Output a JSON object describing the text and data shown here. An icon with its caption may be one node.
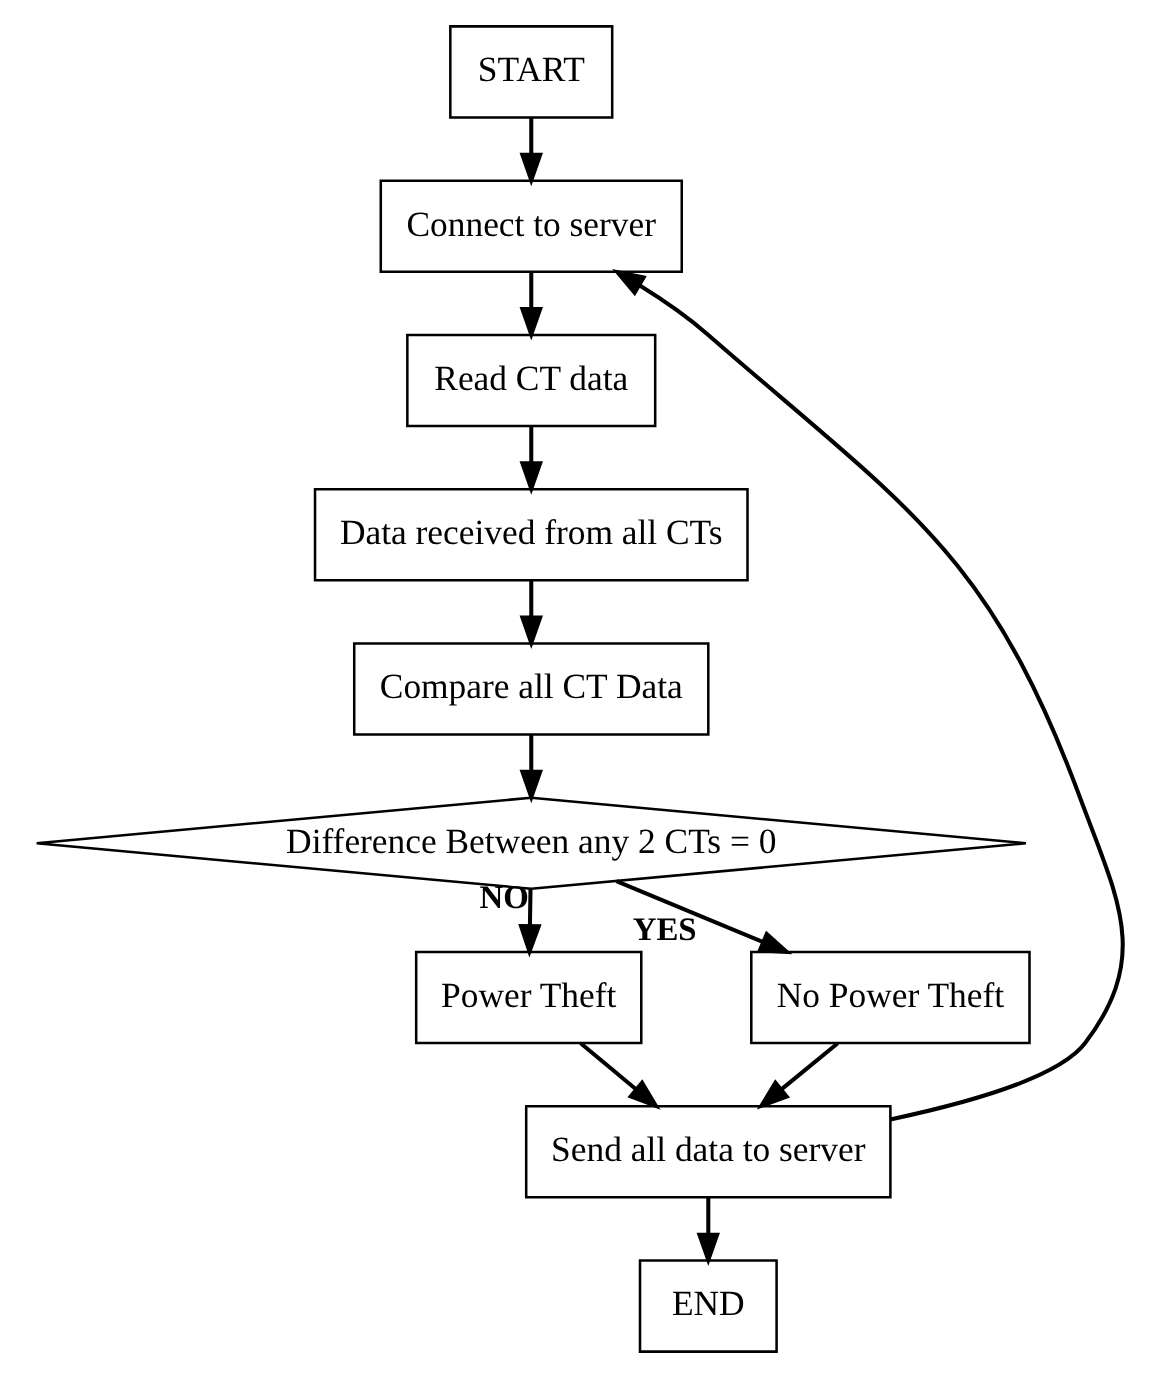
{
  "diagram": {
    "nodes": [
      {
        "text": [
          "START"
        ]
      },
      {
        "text": [
          "Connect to server"
        ]
      },
      {
        "text": [
          "Read CT data"
        ]
      },
      {
        "text": [
          "Data received from all CTs"
        ]
      },
      {
        "text": [
          "Compare all CT Data"
        ]
      },
      {
        "text": [
          "Difference Between any 2 CTs = 0"
        ]
      },
      {
        "text": [
          "Power Theft"
        ]
      },
      {
        "text": [
          "No Power Theft"
        ]
      },
      {
        "text": [
          "Send all data to server"
        ]
      },
      {
        "text": [
          "END"
        ]
      }
    ],
    "edges": [
      {
        "from": 0,
        "to": 1,
        "arrow": "to"
      },
      {
        "from": 1,
        "to": 2,
        "arrow": "to"
      },
      {
        "from": 2,
        "to": 3,
        "arrow": "to"
      },
      {
        "from": 3,
        "to": 4,
        "arrow": "to"
      },
      {
        "from": 4,
        "to": 5,
        "arrow": "to"
      },
      {
        "from": 5,
        "to": 6,
        "label": "NO",
        "arrow": "to"
      },
      {
        "from": 5,
        "to": 7,
        "label": "YES",
        "arrow": "to"
      },
      {
        "from": 7,
        "to": 8,
        "arrow": "to"
      },
      {
        "from": 6,
        "to": 8,
        "arrow": "to"
      },
      {
        "from": 8,
        "to": 9,
        "arrow": "to"
      },
      {
        "from": 8,
        "to": 1,
        "arrow": "to"
      }
    ]
  }
}
